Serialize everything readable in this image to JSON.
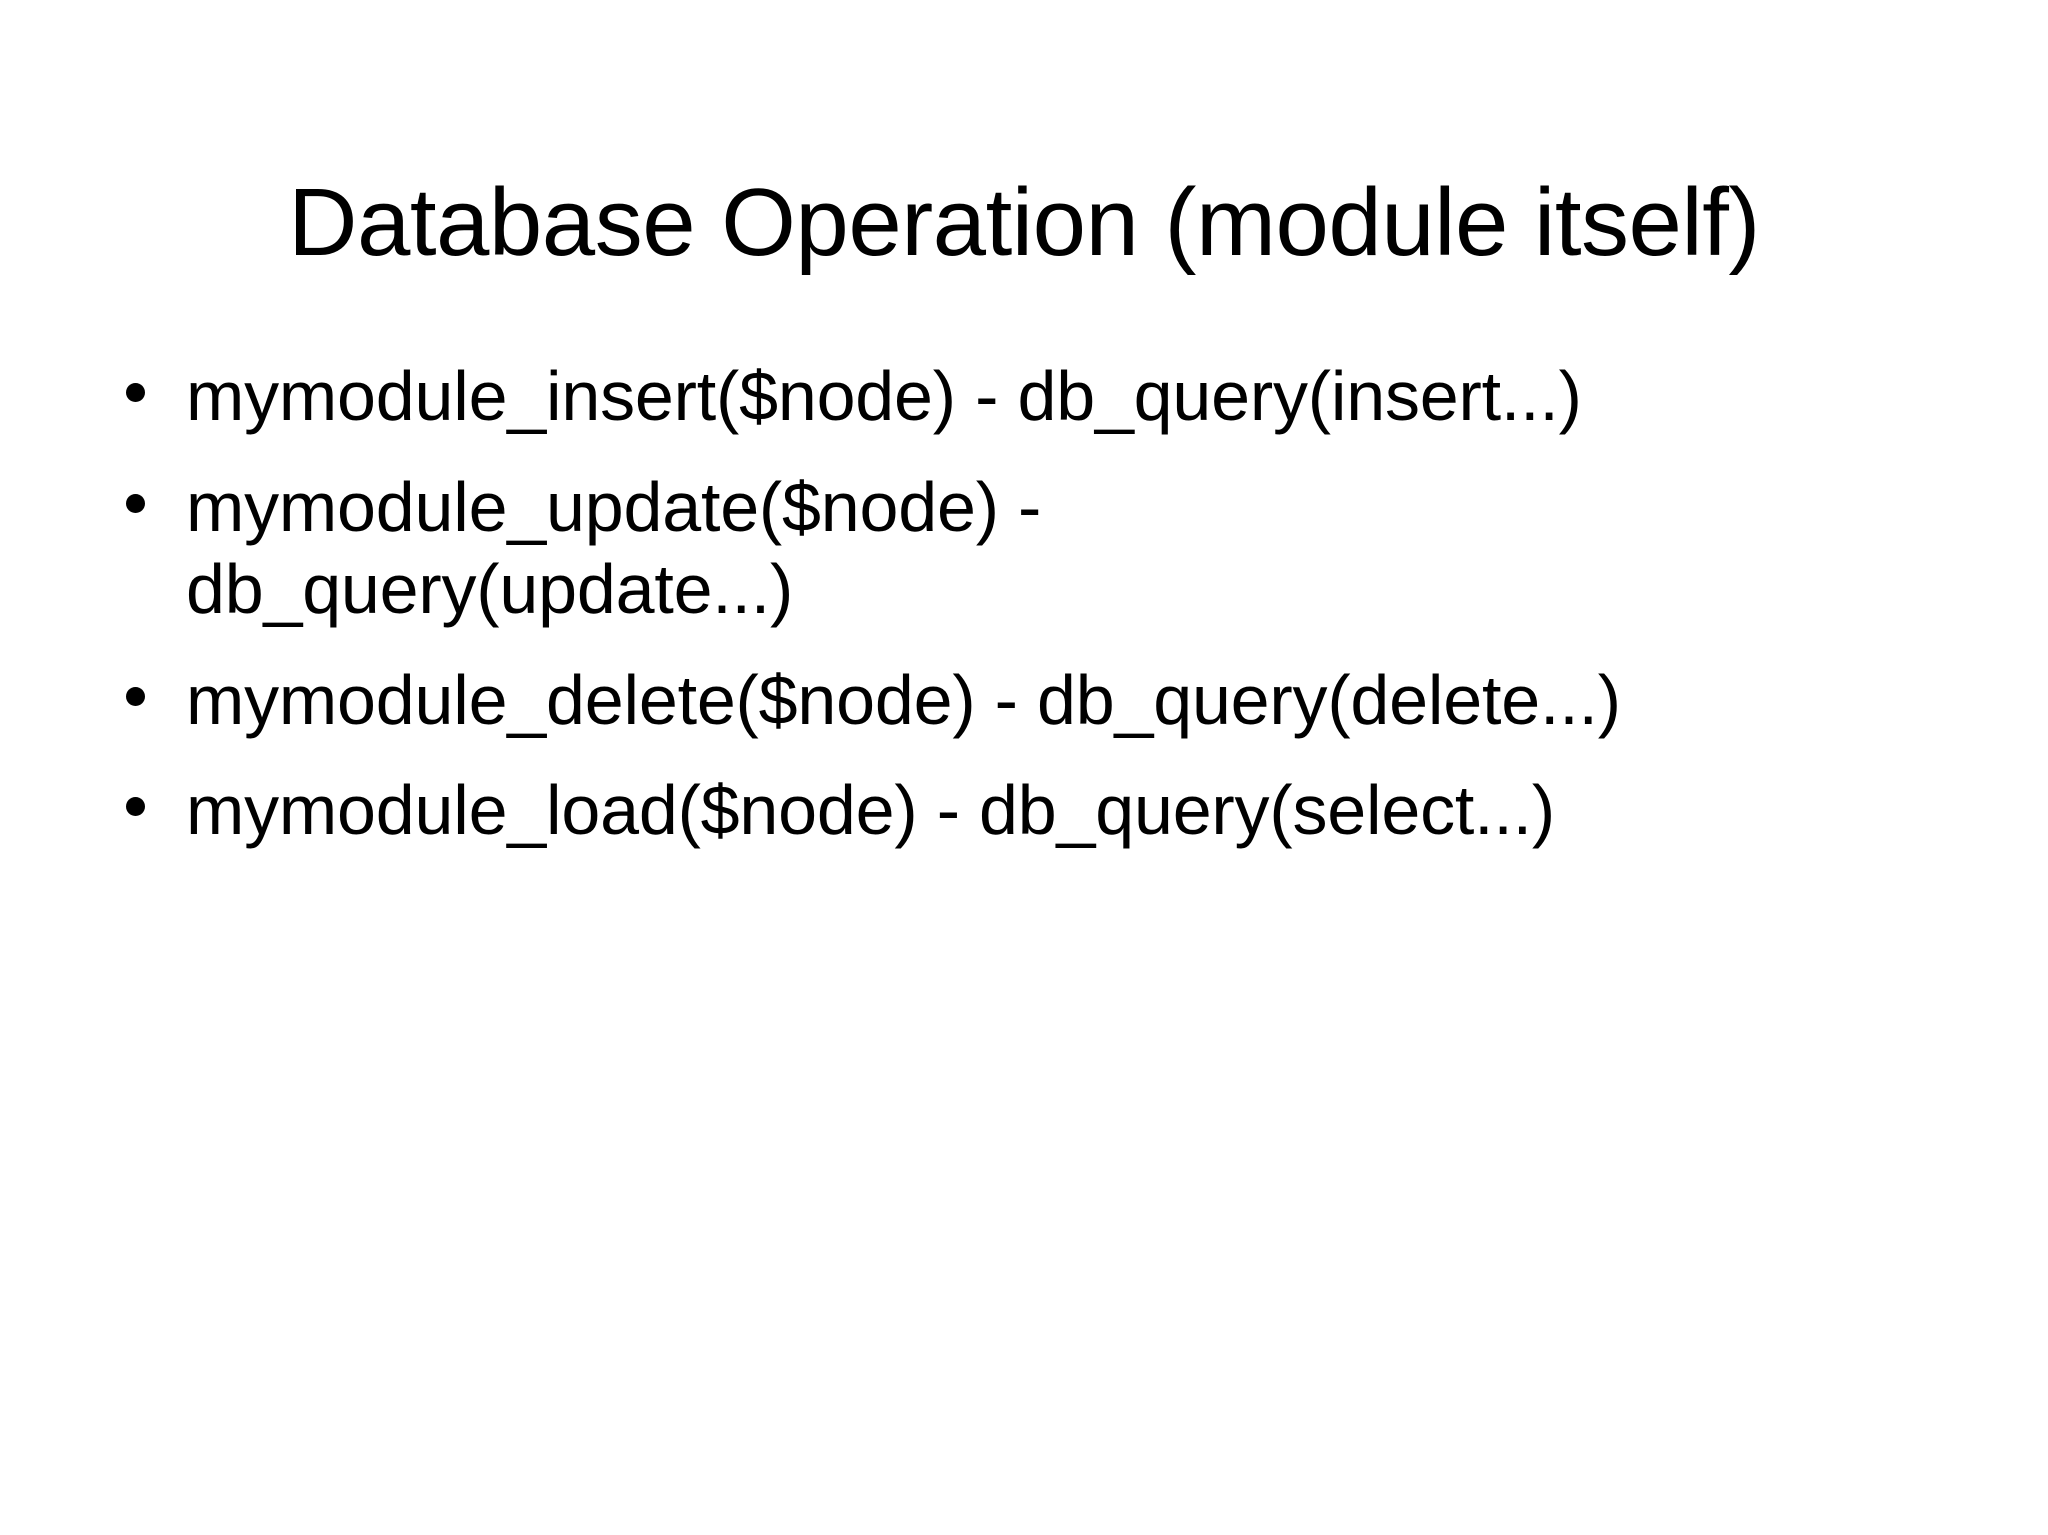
{
  "slide": {
    "background_color": "#ffffff",
    "text_color": "#000000",
    "title": "Database Operation (module itself)",
    "bullets": [
      {
        "marker": "disc-bullet",
        "text": "mymodule_insert($node) - db_query(insert...)"
      },
      {
        "marker": "disc-bullet",
        "text": "mymodule_update($node) - db_query(update...)"
      },
      {
        "marker": "disc-bullet",
        "text": "mymodule_delete($node) - db_query(delete...)"
      },
      {
        "marker": "disc-bullet",
        "text": "mymodule_load($node) - db_query(select...)"
      }
    ]
  }
}
